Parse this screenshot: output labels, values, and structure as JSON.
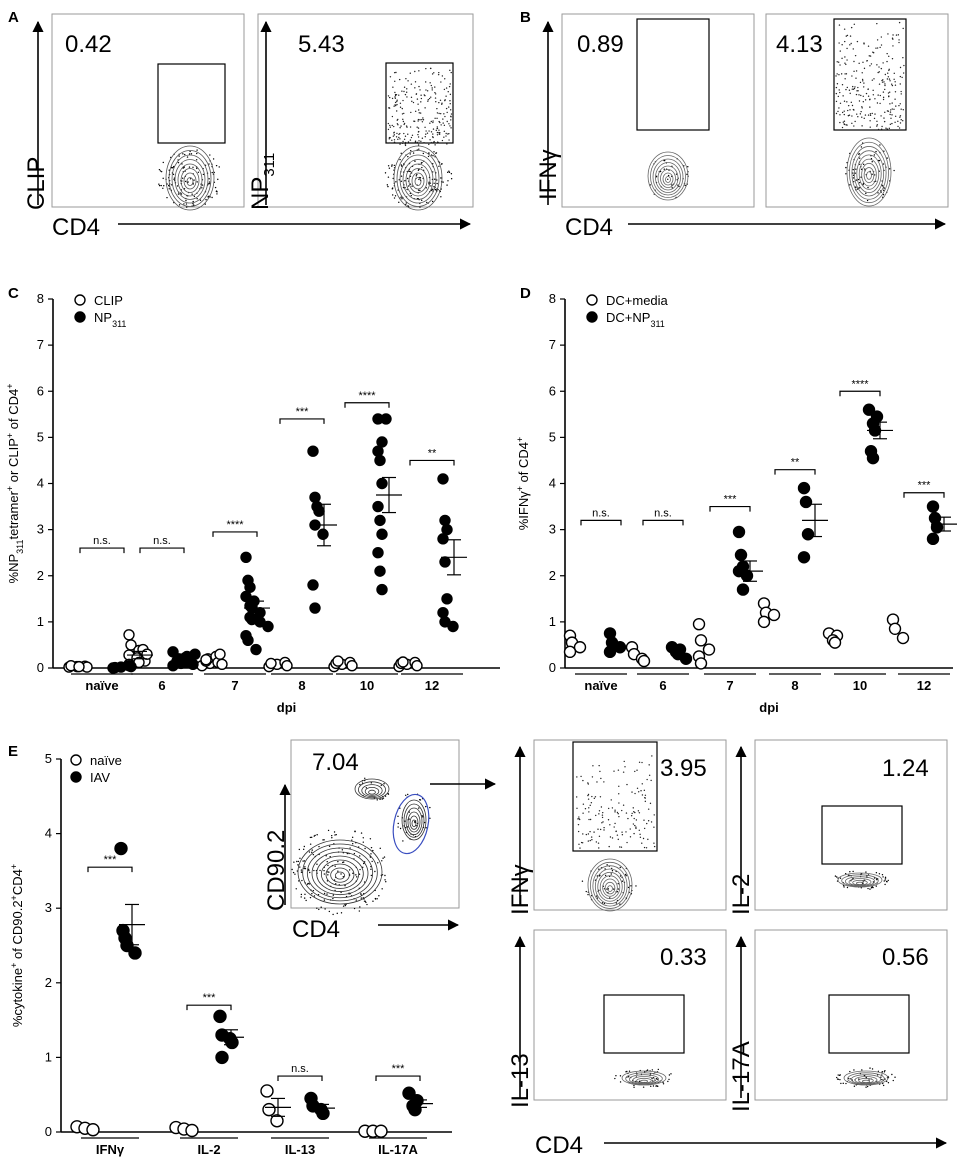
{
  "panels": {
    "A": {
      "label": "A",
      "plots": [
        {
          "y_label": "CLIP",
          "value": "0.42"
        },
        {
          "y_label": "NP",
          "y_sub": "311",
          "value": "5.43"
        }
      ],
      "x_label": "CD4"
    },
    "B": {
      "label": "B",
      "plots": [
        {
          "y_label": "IFNγ",
          "value": "0.89"
        },
        {
          "value": "4.13"
        }
      ],
      "x_label": "CD4"
    },
    "E_facs": {
      "parent": {
        "value": "7.04",
        "y_label": "CD90.2",
        "x_label": "CD4"
      },
      "subplots": [
        {
          "y_label": "IFNγ",
          "value": "3.95"
        },
        {
          "y_label": "IL-2",
          "value": "1.24"
        },
        {
          "y_label": "IL-13",
          "value": "0.33"
        },
        {
          "y_label": "IL-17A",
          "value": "0.56"
        }
      ],
      "x_label": "CD4"
    }
  },
  "chart_data": [
    {
      "panel": "C",
      "type": "scatter",
      "ylabel_parts": [
        "%NP",
        "311",
        "tetramer",
        "+",
        " or CLIP",
        "+",
        " of CD4",
        "+"
      ],
      "xlabel": "dpi",
      "ylim": [
        0,
        8
      ],
      "yticks": [
        0,
        1,
        2,
        3,
        4,
        5,
        6,
        7,
        8
      ],
      "categories": [
        "naïve",
        "6",
        "7",
        "8",
        "10",
        "12"
      ],
      "legend": [
        {
          "name": "CLIP",
          "sub": "",
          "style": "open"
        },
        {
          "name": "NP",
          "sub": "311",
          "style": "filled"
        }
      ],
      "series": [
        {
          "name": "CLIP",
          "style": "open",
          "groups": [
            [
              0.02,
              0.03,
              0.04,
              0.02,
              0.05,
              0.03
            ],
            [
              0.72,
              0.5,
              0.38,
              0.28,
              0.22,
              0.15,
              0.08,
              0.4,
              0.12,
              0.3
            ],
            [
              0.05,
              0.1,
              0.15,
              0.2,
              0.25,
              0.12,
              0.3,
              0.08,
              0.18
            ],
            [
              0.03,
              0.08,
              0.12,
              0.05,
              0.1
            ],
            [
              0.03,
              0.08,
              0.12,
              0.05,
              0.1,
              0.15
            ],
            [
              0.03,
              0.08,
              0.12,
              0.05,
              0.1,
              0.13
            ]
          ]
        },
        {
          "name": "NP311",
          "style": "filled",
          "groups": [
            [
              0.0,
              0.02,
              0.05,
              0.03,
              0.01
            ],
            [
              0.05,
              0.1,
              0.15,
              0.2,
              0.25,
              0.3,
              0.35,
              0.12,
              0.18,
              0.22,
              0.08
            ],
            [
              2.4,
              1.9,
              1.75,
              1.55,
              1.45,
              1.35,
              1.3,
              1.2,
              1.1,
              1.05,
              1.0,
              0.9,
              0.7,
              0.6,
              0.4
            ],
            [
              4.7,
              3.7,
              3.5,
              3.4,
              3.1,
              2.9,
              1.8,
              1.3
            ],
            [
              5.4,
              5.4,
              4.9,
              4.7,
              4.5,
              4.0,
              3.5,
              3.2,
              2.9,
              2.5,
              2.1,
              1.7
            ],
            [
              4.1,
              3.2,
              3.0,
              2.8,
              2.3,
              1.5,
              1.2,
              1.0,
              0.9
            ]
          ]
        }
      ],
      "means": [
        {
          "series": "NP311",
          "group": 2,
          "mean": 1.3,
          "sem": 0.15
        },
        {
          "series": "NP311",
          "group": 3,
          "mean": 3.1,
          "sem": 0.45
        },
        {
          "series": "NP311",
          "group": 4,
          "mean": 3.75,
          "sem": 0.38
        },
        {
          "series": "NP311",
          "group": 5,
          "mean": 2.4,
          "sem": 0.38
        },
        {
          "series": "CLIP",
          "group": 1,
          "mean": 0.28,
          "sem": 0.08
        }
      ],
      "significance": [
        {
          "group": 0,
          "text": "n.s.",
          "y": 2.6
        },
        {
          "group": 1,
          "text": "n.s.",
          "y": 2.6
        },
        {
          "group": 2,
          "text": "****",
          "y": 2.95
        },
        {
          "group": 3,
          "text": "***",
          "y": 5.4
        },
        {
          "group": 4,
          "text": "****",
          "y": 5.75
        },
        {
          "group": 5,
          "text": "**",
          "y": 4.5
        }
      ]
    },
    {
      "panel": "D",
      "type": "scatter",
      "ylabel_parts": [
        "%IFNγ",
        "+",
        " of CD4",
        "+"
      ],
      "xlabel": "dpi",
      "ylim": [
        0,
        8
      ],
      "yticks": [
        0,
        1,
        2,
        3,
        4,
        5,
        6,
        7,
        8
      ],
      "categories": [
        "naïve",
        "6",
        "7",
        "8",
        "10",
        "12"
      ],
      "legend": [
        {
          "name": "DC+media",
          "sub": "",
          "style": "open"
        },
        {
          "name": "DC+NP",
          "sub": "311",
          "style": "filled"
        }
      ],
      "series": [
        {
          "name": "DC+media",
          "style": "open",
          "groups": [
            [
              0.7,
              0.55,
              0.45,
              0.35
            ],
            [
              0.45,
              0.3,
              0.2,
              0.15
            ],
            [
              0.95,
              0.6,
              0.4,
              0.25,
              0.1
            ],
            [
              1.4,
              1.2,
              1.15,
              1.0
            ],
            [
              0.75,
              0.7,
              0.6,
              0.55
            ],
            [
              1.05,
              0.85,
              0.65
            ]
          ]
        },
        {
          "name": "DC+NP311",
          "style": "filled",
          "groups": [
            [
              0.75,
              0.55,
              0.45,
              0.35
            ],
            [
              0.45,
              0.4,
              0.35,
              0.3,
              0.2
            ],
            [
              2.95,
              2.45,
              2.2,
              2.1,
              2.0,
              1.7
            ],
            [
              3.9,
              3.6,
              2.9,
              2.4
            ],
            [
              5.6,
              5.45,
              5.3,
              5.15,
              4.7,
              4.55
            ],
            [
              3.5,
              3.25,
              3.05,
              2.8
            ]
          ]
        }
      ],
      "means": [
        {
          "series": "DC+NP311",
          "group": 2,
          "mean": 2.1,
          "sem": 0.22
        },
        {
          "series": "DC+NP311",
          "group": 3,
          "mean": 3.2,
          "sem": 0.35
        },
        {
          "series": "DC+NP311",
          "group": 4,
          "mean": 5.15,
          "sem": 0.18
        },
        {
          "series": "DC+NP311",
          "group": 5,
          "mean": 3.12,
          "sem": 0.15
        }
      ],
      "significance": [
        {
          "group": 0,
          "text": "n.s.",
          "y": 3.2
        },
        {
          "group": 1,
          "text": "n.s.",
          "y": 3.2
        },
        {
          "group": 2,
          "text": "***",
          "y": 3.5
        },
        {
          "group": 3,
          "text": "**",
          "y": 4.3
        },
        {
          "group": 4,
          "text": "****",
          "y": 6.0
        },
        {
          "group": 5,
          "text": "***",
          "y": 3.8
        }
      ]
    },
    {
      "panel": "E",
      "type": "scatter",
      "ylabel_parts": [
        "%cytokine",
        "+",
        " of CD90.2",
        "+",
        "CD4",
        "+"
      ],
      "xlabel": "",
      "ylim": [
        0,
        5
      ],
      "yticks": [
        0,
        1,
        2,
        3,
        4,
        5
      ],
      "categories": [
        "IFNγ",
        "IL-2",
        "IL-13",
        "IL-17A"
      ],
      "legend": [
        {
          "name": "naïve",
          "sub": "",
          "style": "open"
        },
        {
          "name": "IAV",
          "sub": "",
          "style": "filled"
        }
      ],
      "series": [
        {
          "name": "naïve",
          "style": "open",
          "groups": [
            [
              0.07,
              0.05,
              0.03
            ],
            [
              0.06,
              0.04,
              0.02
            ],
            [
              0.55,
              0.3,
              0.15
            ],
            [
              0.01,
              0.01,
              0.01
            ]
          ]
        },
        {
          "name": "IAV",
          "style": "filled",
          "groups": [
            [
              3.8,
              2.7,
              2.6,
              2.5,
              2.4
            ],
            [
              1.55,
              1.3,
              1.25,
              1.2,
              1.0
            ],
            [
              0.45,
              0.35,
              0.3,
              0.25
            ],
            [
              0.52,
              0.42,
              0.35,
              0.3
            ]
          ]
        }
      ],
      "means": [
        {
          "series": "IAV",
          "group": 0,
          "mean": 2.78,
          "sem": 0.27
        },
        {
          "series": "IAV",
          "group": 1,
          "mean": 1.27,
          "sem": 0.1
        },
        {
          "series": "IAV",
          "group": 2,
          "mean": 0.32,
          "sem": 0.05
        },
        {
          "series": "IAV",
          "group": 3,
          "mean": 0.38,
          "sem": 0.05
        },
        {
          "series": "naïve",
          "group": 2,
          "mean": 0.33,
          "sem": 0.12
        }
      ],
      "significance": [
        {
          "group": 0,
          "text": "***",
          "y": 3.55
        },
        {
          "group": 1,
          "text": "***",
          "y": 1.7
        },
        {
          "group": 2,
          "text": "n.s.",
          "y": 0.75
        },
        {
          "group": 3,
          "text": "***",
          "y": 0.75
        }
      ]
    }
  ]
}
